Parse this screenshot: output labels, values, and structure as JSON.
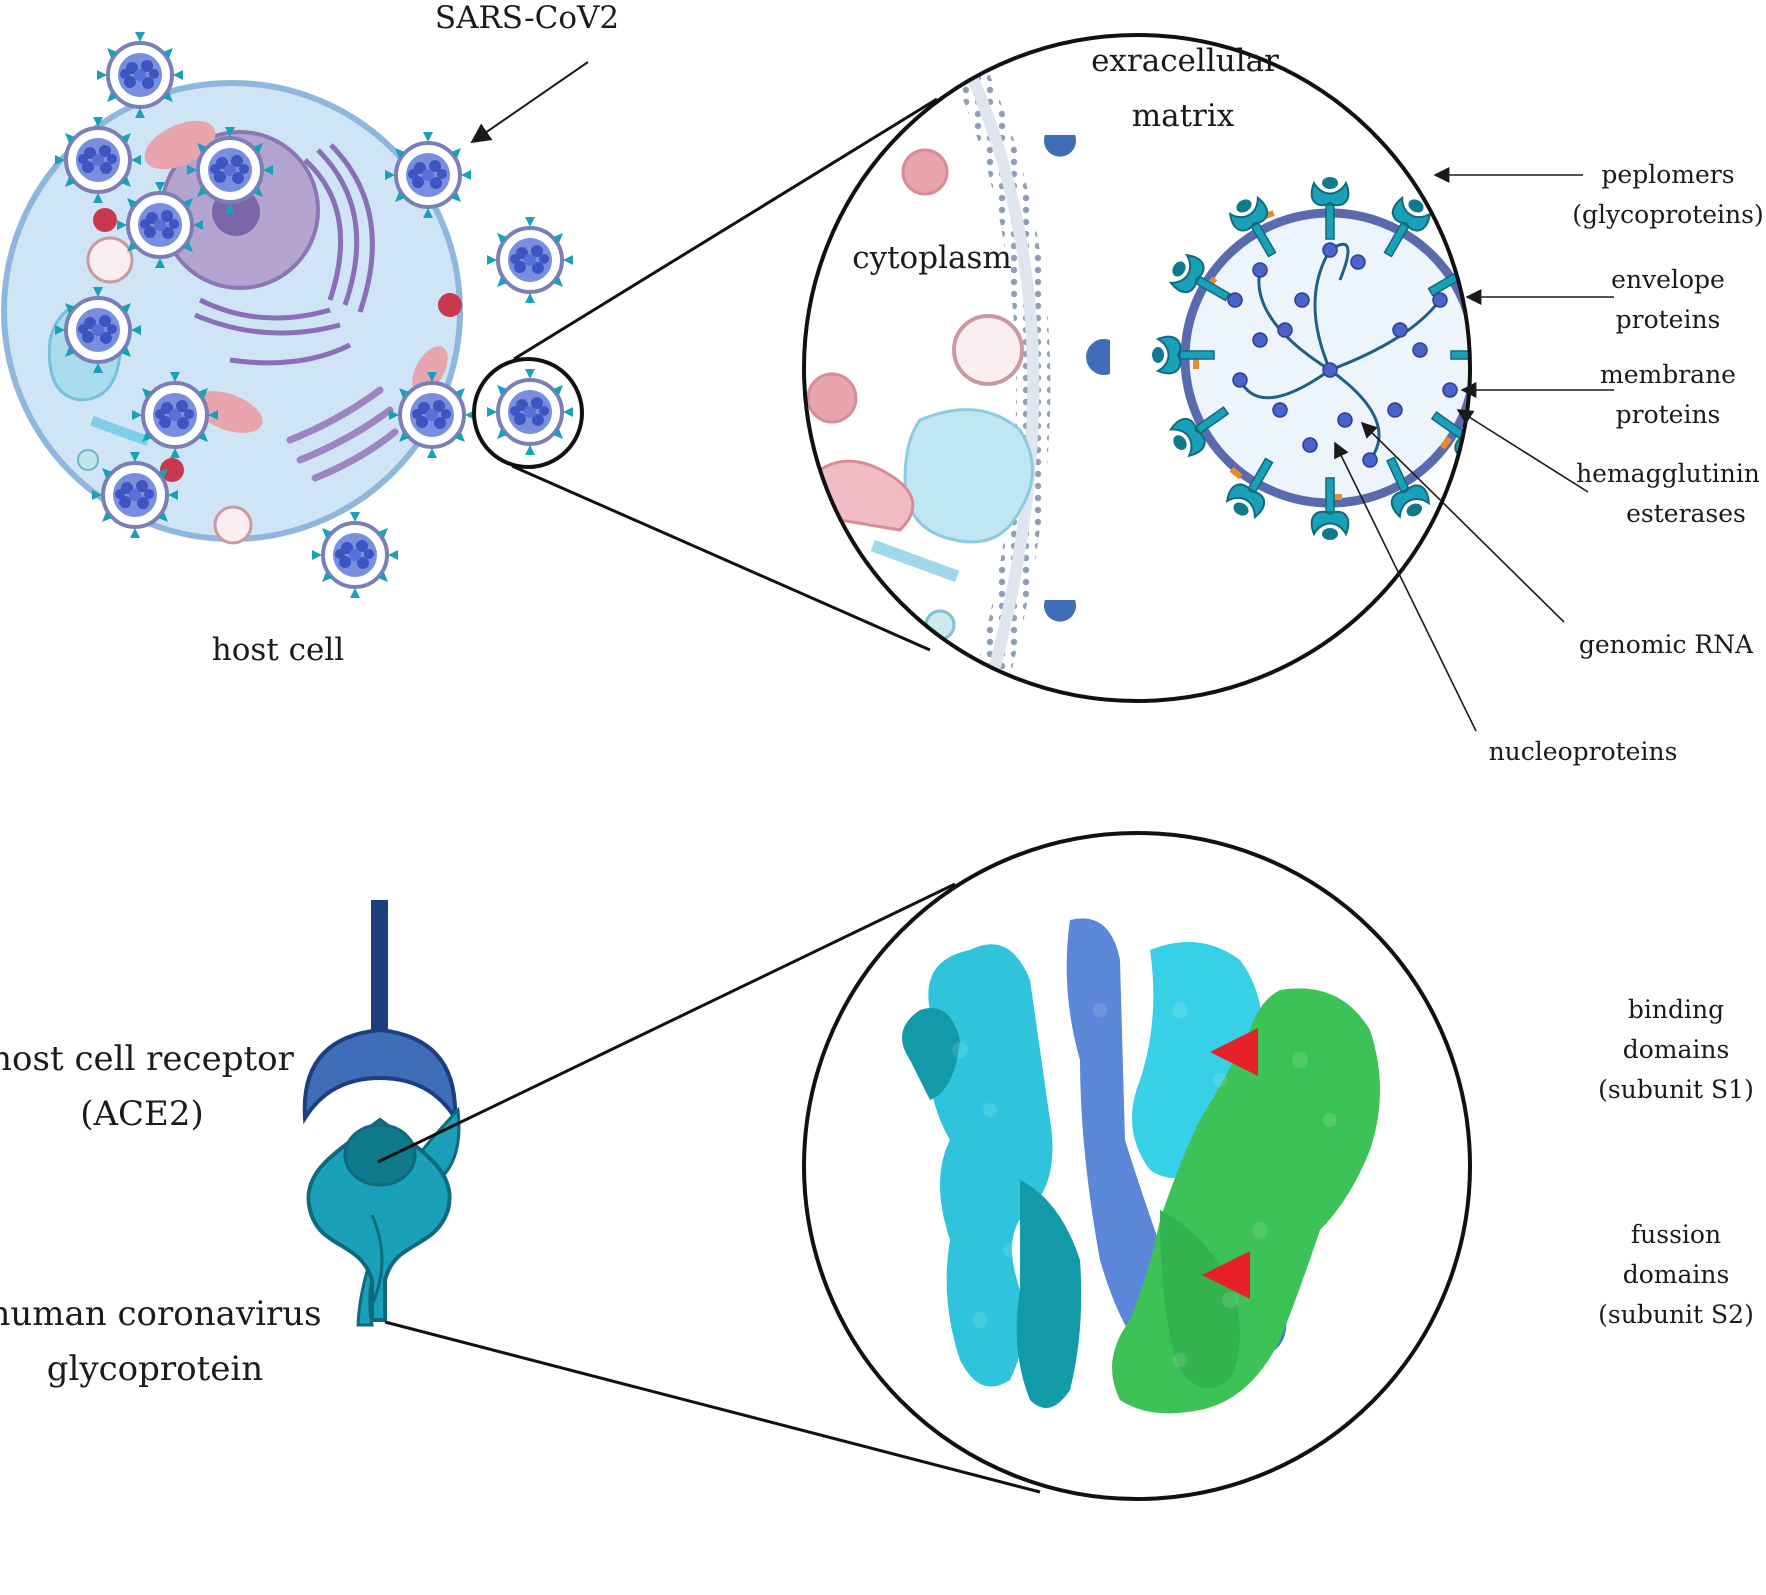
{
  "labels": {
    "sars_cov2": "SARS-CoV2",
    "host_cell": "host cell",
    "extracellular_1": "exracellular",
    "extracellular_2": "matrix",
    "cytoplasm": "cytoplasm",
    "peplomers_1": "peplomers",
    "peplomers_2": "(glycoproteins)",
    "envelope_1": "envelope",
    "envelope_2": "proteins",
    "membrane_1": "membrane",
    "membrane_2": "proteins",
    "hemagglutinin_1": "hemagglutinin",
    "hemagglutinin_2": "esterases",
    "genomic_rna": "genomic RNA",
    "nucleoproteins": "nucleoproteins",
    "receptor_1": "host cell receptor",
    "receptor_2": "(ACE2)",
    "glyco_1": "human coronavirus",
    "glyco_2": "glycoprotein",
    "binding_1": "binding",
    "binding_2": "domains",
    "binding_3": "(subunit S1)",
    "fusion_1": "fussion",
    "fusion_2": "domains",
    "fusion_3": "(subunit S2)"
  },
  "colors": {
    "cell_fill": "#cfe4f4",
    "cell_edge": "#8fb6dc",
    "nucleus": "#b4a4d0",
    "organelle_purple": "#9b86c2",
    "mitochondria": "#e8a5ae",
    "virus_core": "#4a63c8",
    "virus_membrane": "#5a6aae",
    "spike": "#1aa0b8",
    "receptor": "#3f6db8",
    "receptor_stalk": "#1e3f7f",
    "protein_cyan": "#2fc4dc",
    "protein_teal": "#129aa8",
    "protein_green": "#3cc257",
    "protein_blue": "#5c86d8",
    "red_arrow": "#e8202a"
  }
}
